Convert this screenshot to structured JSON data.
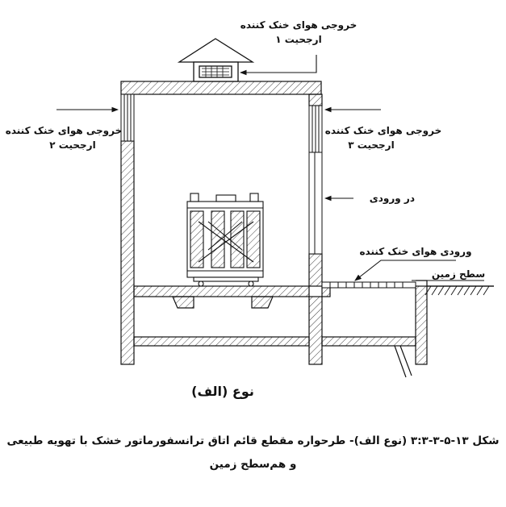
{
  "labels": {
    "outlet1_line1": "خروجی هوای خنک کننده",
    "outlet1_line2": "ارجحیت ۱",
    "outlet2_line1": "خروجی هوای خنک کننده",
    "outlet2_line2": "ارجحیت ۲",
    "outlet3_line1": "خروجی هوای خنک کننده",
    "outlet3_line2": "ارجحیت ۳",
    "door": "در ورودی",
    "inlet": "ورودی هوای خنک کننده",
    "ground": "سطح زمین"
  },
  "type_label": "نوع (الف)",
  "caption": {
    "line1": "شکل ۱۳-۵-۳-۳:۳ (نوع الف)- طرحواره مقطع قائم اتاق ترانسفورماتور خشک با تهویه طبیعی",
    "line2": "و هم‌سطح زمین"
  },
  "colors": {
    "line": "#111111",
    "hatch": "#333333"
  }
}
